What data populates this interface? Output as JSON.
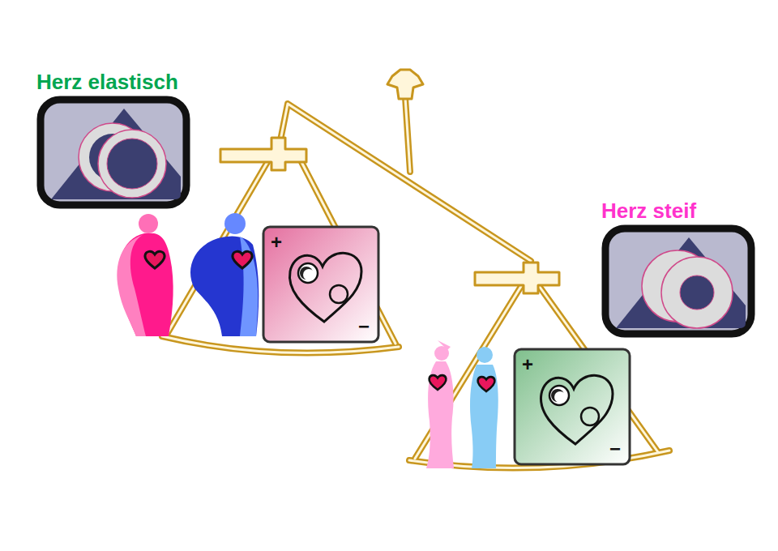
{
  "diagram": {
    "nodes": [
      {
        "text": [
          "Herz elastisch"
        ]
      },
      {
        "text": [
          "Herz steif"
        ]
      },
      {
        "text": [
          "+",
          "−"
        ]
      },
      {
        "text": [
          "+",
          "−"
        ]
      }
    ]
  }
}
